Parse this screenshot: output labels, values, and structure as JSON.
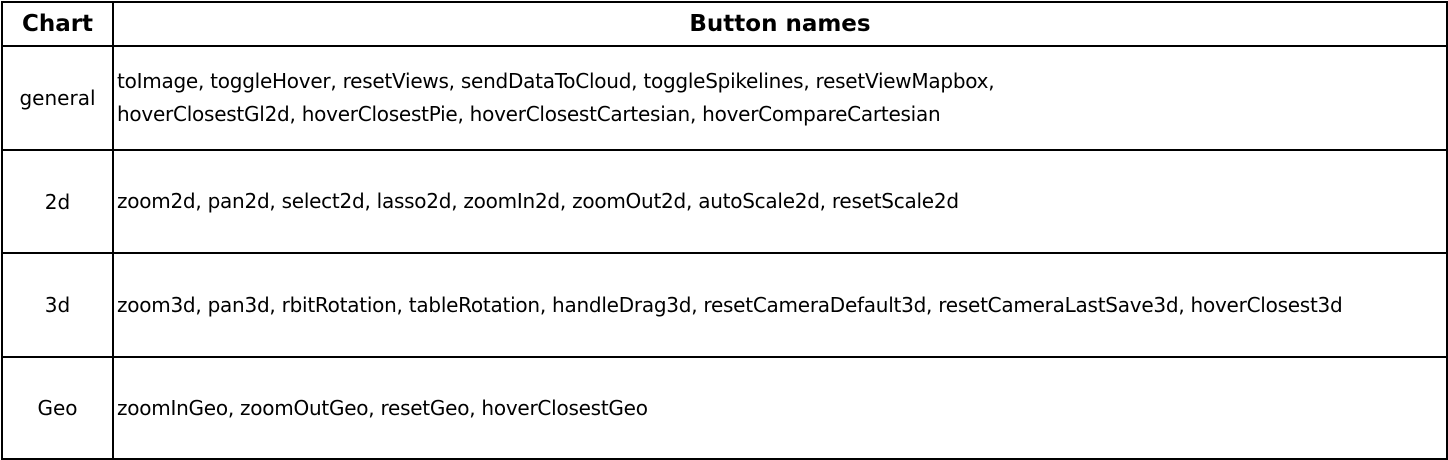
{
  "table": {
    "headers": {
      "chart": "Chart",
      "button_names": "Button names"
    },
    "rows": [
      {
        "chart": "general",
        "lines": [
          "toImage, toggleHover, resetViews, sendDataToCloud, toggleSpikelines, resetViewMapbox,",
          "hoverClosestGl2d, hoverClosestPie, hoverClosestCartesian, hoverCompareCartesian"
        ]
      },
      {
        "chart": "2d",
        "lines": [
          "zoom2d, pan2d, select2d, lasso2d, zoomIn2d, zoomOut2d, autoScale2d, resetScale2d"
        ]
      },
      {
        "chart": "3d",
        "lines": [
          "zoom3d, pan3d, rbitRotation, tableRotation, handleDrag3d, resetCameraDefault3d, resetCameraLastSave3d, hoverClosest3d"
        ]
      },
      {
        "chart": "Geo",
        "lines": [
          "zoomInGeo, zoomOutGeo, resetGeo, hoverClosestGeo"
        ]
      }
    ]
  }
}
